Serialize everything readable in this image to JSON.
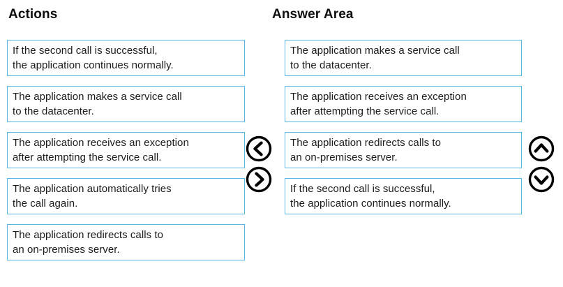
{
  "page": {
    "background_color": "#ffffff",
    "box_border_color": "#56b7e8",
    "text_color": "#1b1b1b",
    "heading_color": "#0d0d0d"
  },
  "actions": {
    "heading": "Actions",
    "items": [
      {
        "line1": "If the second call is successful,",
        "line2": "the application continues normally."
      },
      {
        "line1": "The application makes a service call",
        "line2": "to the datacenter."
      },
      {
        "line1": "The application receives an exception",
        "line2": "after attempting the service call."
      },
      {
        "line1": "The application automatically tries",
        "line2": "the call again."
      },
      {
        "line1": "The application redirects calls to",
        "line2": "an on-premises server."
      }
    ]
  },
  "answer_area": {
    "heading": "Answer Area",
    "items": [
      {
        "line1": "The application makes a service call",
        "line2": "to the datacenter."
      },
      {
        "line1": "The application receives an exception",
        "line2": "after attempting the service call."
      },
      {
        "line1": "The application redirects calls to",
        "line2": "an on-premises server."
      },
      {
        "line1": "If the second call is successful,",
        "line2": "the application continues normally."
      }
    ]
  },
  "controls": {
    "move_left": "move-left-icon",
    "move_right": "move-right-icon",
    "move_up": "move-up-icon",
    "move_down": "move-down-icon"
  }
}
